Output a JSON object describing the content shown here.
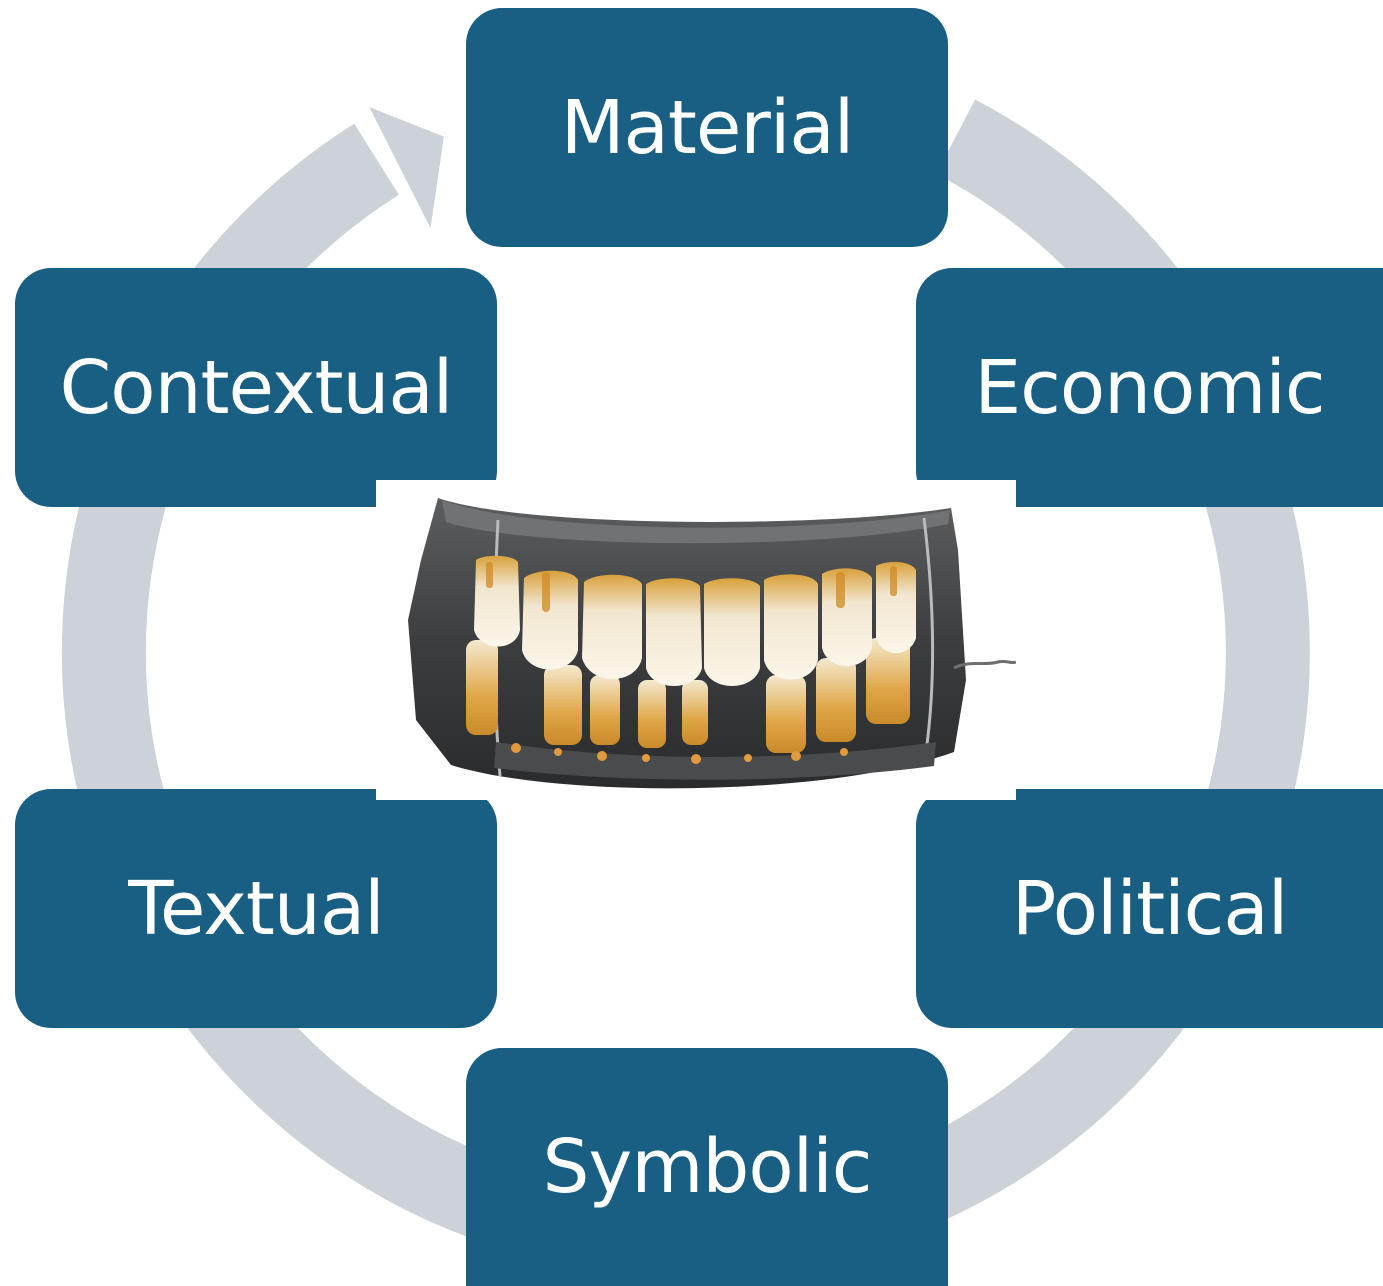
{
  "diagram": {
    "type": "cycle",
    "colors": {
      "node_fill": "#185f83",
      "node_text": "#ffffff",
      "ring": "#cdd2d8",
      "background": "#ffffff"
    },
    "center_image": {
      "icon": "false-teeth-photo"
    },
    "nodes": [
      {
        "label": "Material"
      },
      {
        "label": "Economic"
      },
      {
        "label": "Political"
      },
      {
        "label": "Symbolic"
      },
      {
        "label": "Textual"
      },
      {
        "label": "Contextual"
      }
    ]
  }
}
